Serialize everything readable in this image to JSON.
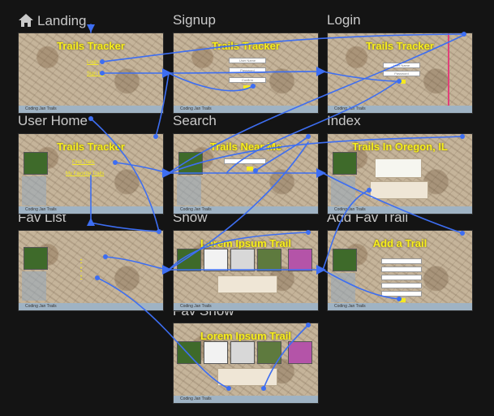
{
  "frames": {
    "landing": {
      "label": "Landing",
      "title": "Trails Tracker",
      "links": [
        "Login",
        "Sign Up"
      ],
      "footer": "Coding Jan Trails"
    },
    "signup": {
      "label": "Signup",
      "title": "Trails Tracker",
      "fields": [
        "User Name",
        "Password",
        "Confirm"
      ],
      "footer": "Coding Jan Trails"
    },
    "login": {
      "label": "Login",
      "title": "Trails Tracker",
      "fields": [
        "User Name",
        "Password"
      ],
      "footer": "Coding Jan Trails"
    },
    "user_home": {
      "label": "User Home",
      "title": "Trails Tracker",
      "links": [
        "Find Trails",
        "My Favorite Trails"
      ],
      "footer": "Coding Jan Trails"
    },
    "search": {
      "label": "Search",
      "title": "Trails Near Me",
      "footer": "Coding Jan Trails"
    },
    "index": {
      "label": "Index",
      "title": "Trails In Oregon, IL",
      "footer": "Coding Jan Trails"
    },
    "fav_list": {
      "label": "Fav List",
      "title": "",
      "footer": "Coding Jan Trails"
    },
    "show": {
      "label": "Show",
      "title": "Lorem Ipsum Trail",
      "footer": "Coding Jan Trails"
    },
    "add_fav": {
      "label": "Add Fav Trail",
      "title": "Add a Trail",
      "footer": "Coding Jan Trails"
    },
    "fav_show": {
      "label": "Fav Show",
      "title": "Lorem Ipsum Trail",
      "footer": "Coding Jan Trails"
    }
  },
  "colors": {
    "connector": "#3d6ef2",
    "title_text": "#f7ef1c",
    "background": "#141414",
    "label": "#c9c9c9",
    "accent_line": "#e0407a"
  },
  "icons": {
    "landing_marker": "home-icon"
  }
}
